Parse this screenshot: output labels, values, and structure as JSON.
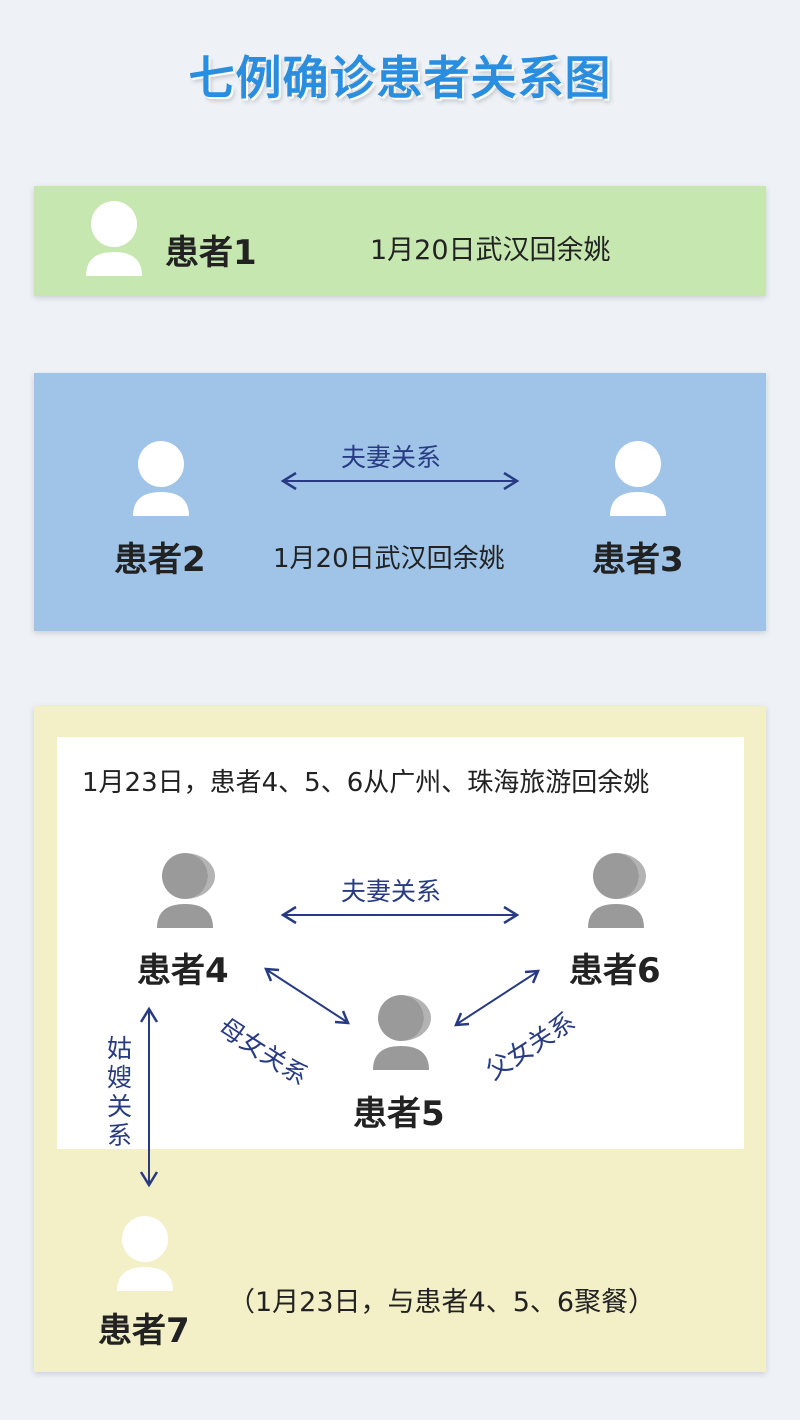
{
  "title": "七例确诊患者关系图",
  "group1": {
    "patient": "患者1",
    "note": "1月20日武汉回余姚"
  },
  "group2": {
    "patient_a": "患者2",
    "patient_b": "患者3",
    "relation": "夫妻关系",
    "note": "1月20日武汉回余姚"
  },
  "group3": {
    "header": "1月23日，患者4、5、6从广州、珠海旅游回余姚",
    "patient_4": "患者4",
    "patient_5": "患者5",
    "patient_6": "患者6",
    "patient_7": "患者7",
    "relation_4_6": "夫妻关系",
    "relation_4_5": "母女关系",
    "relation_6_5": "父女关系",
    "relation_4_7": "姑嫂关系",
    "note_7": "（1月23日，与患者4、5、6聚餐）"
  },
  "colors": {
    "title": "#2a8ee0",
    "group1_bg": "#c6e7b0",
    "group2_bg": "#9fc4e8",
    "group3_bg": "#f3f0c8",
    "arrow": "#283b82",
    "person_white": "#ffffff",
    "person_gray": "#9a9a9a"
  }
}
